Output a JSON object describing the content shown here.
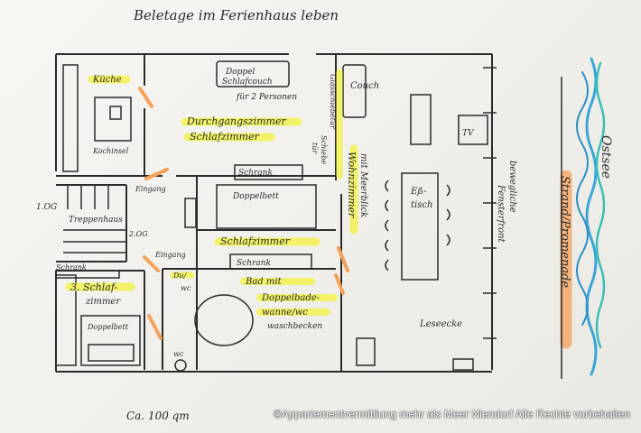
{
  "title": "Beletage im Ferienhaus leben",
  "area": "Ca. 100 qm",
  "copyright": "©Appartementvermittlung mehr als Meer Niendorf Alle Rechte vorbehalten",
  "colors": {
    "ink": "#2b2b2b",
    "highlight_yellow": "#f3f25a",
    "highlight_orange": "#f5a15a",
    "sea_blue": "#3aa6d8",
    "sea_teal": "#3bbfb8"
  },
  "rooms": {
    "kitchen": "Küche",
    "kitchen_island": "Kochinsel",
    "couch_bed": [
      "Doppel",
      "Schlafcouch"
    ],
    "couch_bed_note": "für 2 Personen",
    "walkthrough_room": [
      "Durchgangszimmer",
      "Schlafzimmer"
    ],
    "living_room": [
      "Wohnzimmer",
      "mit Meerblick"
    ],
    "couch": "Couch",
    "tv": "TV",
    "dining_table": [
      "Eß-",
      "tisch"
    ],
    "window_front": [
      "bewegliche",
      "Fensterfront"
    ],
    "reading_corner": "Leseecke",
    "bedroom": "Schlafzimmer",
    "double_bed": "Doppelbett",
    "wardrobe": "Schrank",
    "bath": [
      "Bad mit",
      "Doppelbade-",
      "wanne/wc",
      "waschbecken"
    ],
    "wc": [
      "Du/",
      "wc"
    ],
    "wc_small": "wc",
    "entrance": "Eingang",
    "entrance2": "Eingang",
    "stairs": "Treppenhaus",
    "floor_1og": "1.OG",
    "floor_2og": "2.OG",
    "bedroom3": [
      "3. Schlaf-",
      "zimmer"
    ],
    "sliding_door": "Glasschiebetür",
    "door_note": [
      "Schiebe",
      "tür"
    ]
  },
  "sea": {
    "label": "Ostsee",
    "promenade": "Strand/Promenade"
  }
}
